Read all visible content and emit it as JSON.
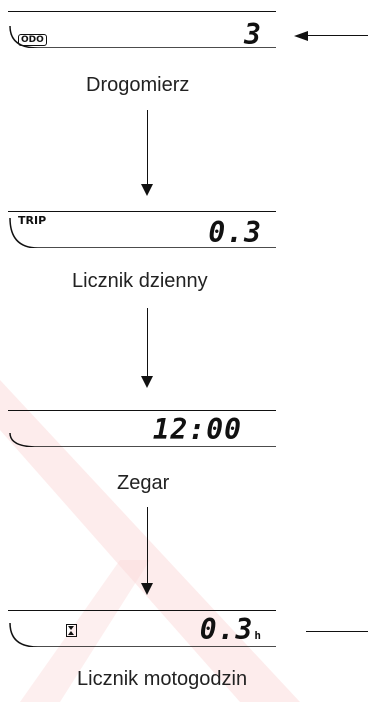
{
  "displays": [
    {
      "tag": "ODO",
      "value": "3",
      "caption": "Drogomierz"
    },
    {
      "tag": "TRIP",
      "value": "0.3",
      "caption": "Licznik dzienny"
    },
    {
      "tag": "",
      "value": "12:00",
      "caption": "Zegar"
    },
    {
      "tag": "",
      "value": "0.3",
      "unit": "h",
      "caption": "Licznik motogodzin"
    }
  ],
  "colors": {
    "stroke": "#111111",
    "watermark": "#f6c7c7"
  }
}
